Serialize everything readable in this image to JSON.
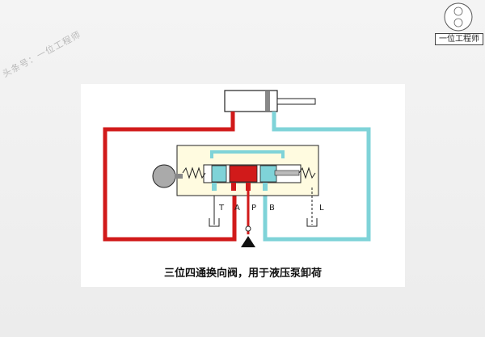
{
  "watermark": "头条号：一位工程师",
  "logo": {
    "label": "一位工程师"
  },
  "ports": {
    "T": "T",
    "A": "A",
    "P": "P",
    "B": "B",
    "L": "L"
  },
  "caption": "三位四通换向阀，用于液压泵卸荷",
  "colors": {
    "pressure_line": "#d11a1a",
    "return_line": "#7fd3d8",
    "valve_body": "#fffbe0",
    "background": "#f0f0f0"
  }
}
